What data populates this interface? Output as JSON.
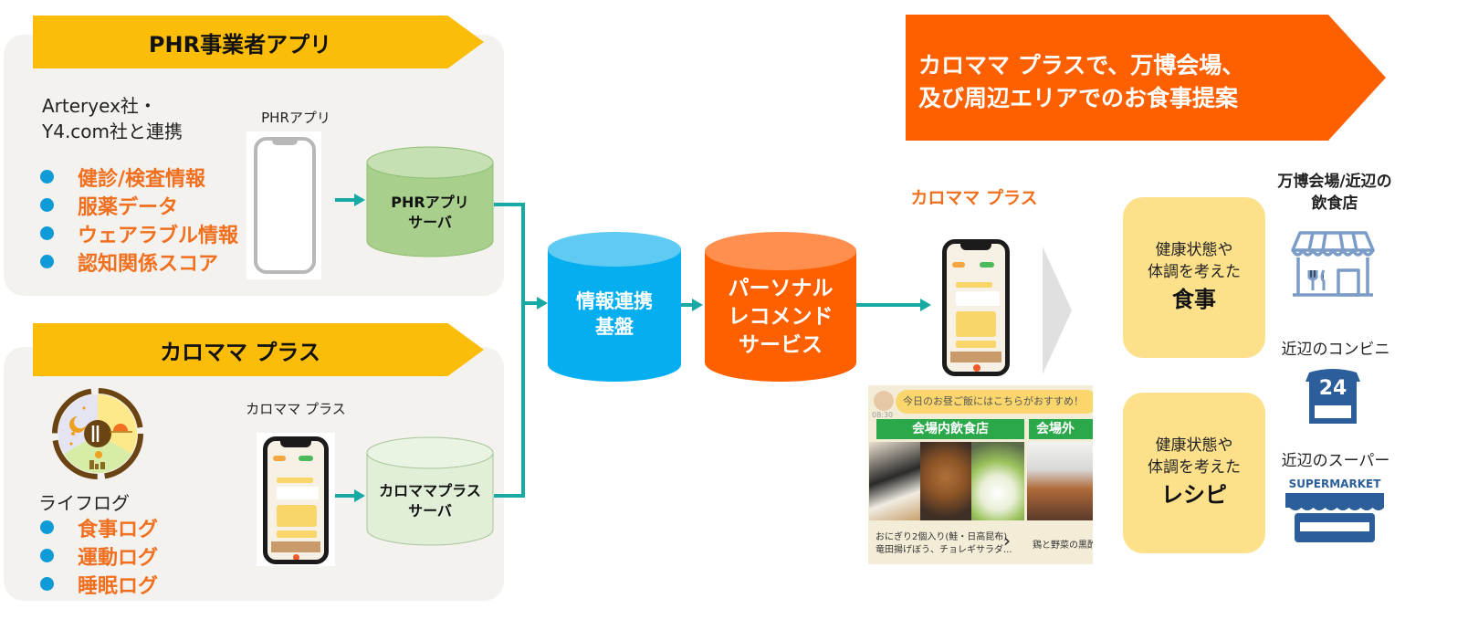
{
  "phr_section": {
    "banner_title": "PHR事業者アプリ",
    "intro_line1": "Arteryex社・",
    "intro_line2": "Y4.com社と連携",
    "bullets": [
      "健診/検査情報",
      "服薬データ",
      "ウェアラブル情報",
      "認知関係スコア"
    ],
    "phone_caption": "PHRアプリ",
    "server_label_line1": "PHRアプリ",
    "server_label_line2": "サーバ"
  },
  "karomama_section": {
    "banner_title": "カロママ プラス",
    "lifelog_label": "ライフログ",
    "bullets": [
      "食事ログ",
      "運動ログ",
      "睡眠ログ"
    ],
    "phone_caption": "カロママ プラス",
    "server_label_line1": "カロママプラス",
    "server_label_line2": "サーバ"
  },
  "center": {
    "integration_line1": "情報連携",
    "integration_line2": "基盤",
    "recommend_line1": "パーソナル",
    "recommend_line2": "レコメンド",
    "recommend_line3": "サービス"
  },
  "right_section": {
    "headline_line1": "カロママ プラスで、万博会場、",
    "headline_line2": "及び周辺エリアでのお食事提案",
    "app_title": "カロママ プラス",
    "chat_time": "08:30",
    "chat_message": "今日のお昼ご飯にはこちらがおすすめ！",
    "tab_venue": "会場内飲食店",
    "tab_outside": "会場外",
    "item_caption_line1": "おにぎり2個入り(鮭・日高昆布)",
    "item_caption_line2": "竜田揚げぼう、チョレギサラダ...",
    "item_caption_outside": "鶏と野菜の黒酢",
    "meal_box": {
      "line1": "健康状態や",
      "line2": "体調を考えた",
      "emphasis": "食事"
    },
    "recipe_box": {
      "line1": "健康状態や",
      "line2": "体調を考えた",
      "emphasis": "レシピ"
    },
    "restaurant_label_line1": "万博会場/近辺の",
    "restaurant_label_line2": "飲食店",
    "convenience_label": "近辺のコンビニ",
    "convenience_icon_text": "24",
    "supermarket_label": "近辺のスーパー",
    "supermarket_sign": "SUPERMARKET"
  },
  "colors": {
    "banner_yellow": "#fbbd08",
    "accent_orange": "#f07020",
    "headline_orange": "#fe6000",
    "bullet_blue": "#0f9ad8",
    "connector_teal": "#17aaa5",
    "integration_blue": "#05aeee",
    "recommend_orange": "#fe6000",
    "phr_server_green": "#a8d08c",
    "karomama_server_green": "#e1efd8",
    "store_icon_blue": "#7a9cc6",
    "shop_icon_navy": "#2b5e9b",
    "box_yellow": "#fde08a"
  }
}
